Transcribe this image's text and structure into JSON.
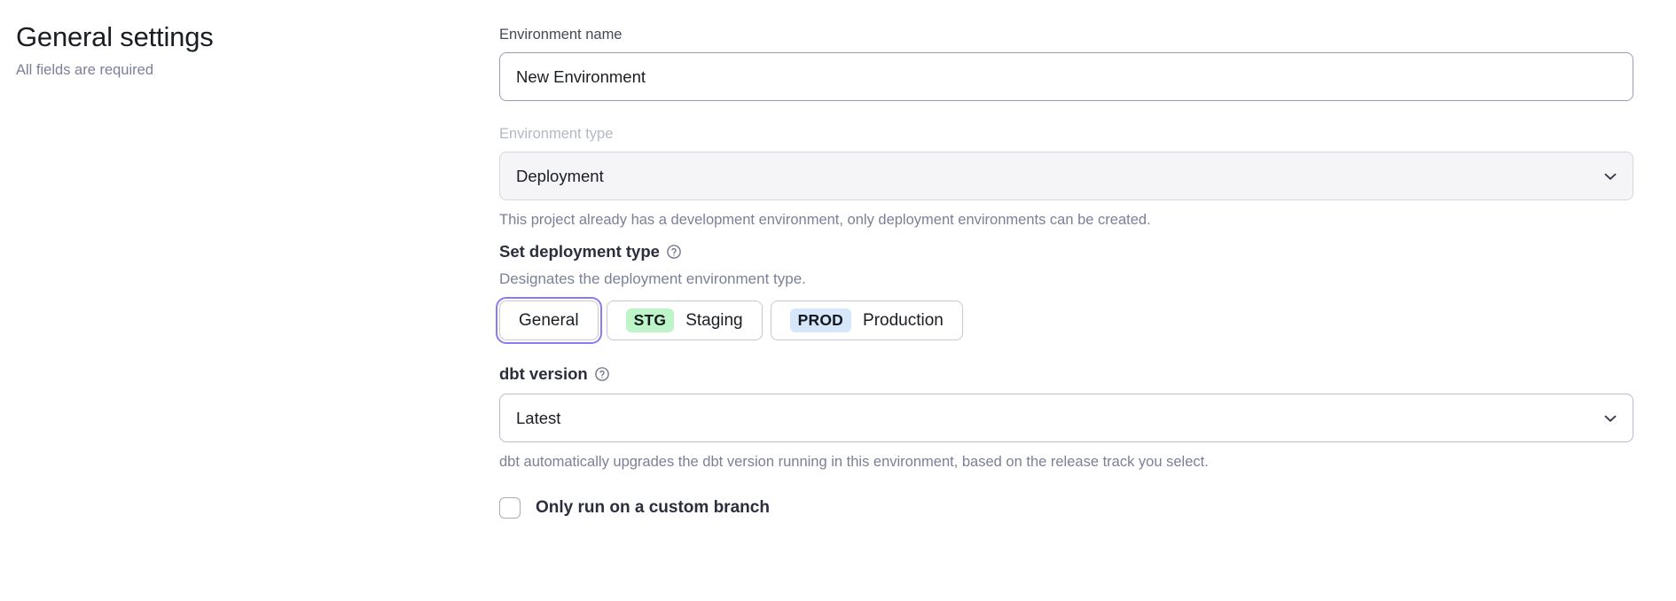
{
  "header": {
    "title": "General settings",
    "subtitle": "All fields are required"
  },
  "form": {
    "environment_name": {
      "label": "Environment name",
      "value": "New Environment",
      "placeholder": "Environment name"
    },
    "environment_type": {
      "label": "Environment type",
      "value": "Deployment",
      "disabled": true,
      "helper": "This project already has a development environment, only deployment environments can be created.",
      "chevron_icon": "chevron-down-icon"
    },
    "deployment_type": {
      "label": "Set deployment type",
      "help_icon": "question-circle-icon",
      "description": "Designates the deployment environment type.",
      "options": [
        {
          "id": "general",
          "badge": "",
          "label": "General",
          "selected": true,
          "badge_bg": ""
        },
        {
          "id": "staging",
          "badge": "STG",
          "label": "Staging",
          "selected": false,
          "badge_bg": "#bdf5c9"
        },
        {
          "id": "production",
          "badge": "PROD",
          "label": "Production",
          "selected": false,
          "badge_bg": "#d6e6fb"
        }
      ]
    },
    "dbt_version": {
      "label": "dbt version",
      "help_icon": "question-circle-icon",
      "value": "Latest",
      "helper": "dbt automatically upgrades the dbt version running in this environment, based on the release track you select.",
      "chevron_icon": "chevron-down-icon"
    },
    "custom_branch": {
      "label": "Only run on a custom branch",
      "checked": false
    }
  },
  "colors": {
    "focus_ring": "#8e7af0",
    "staging_badge": "#bdf5c9",
    "production_badge": "#d6e6fb",
    "muted_text": "#7c8097"
  }
}
